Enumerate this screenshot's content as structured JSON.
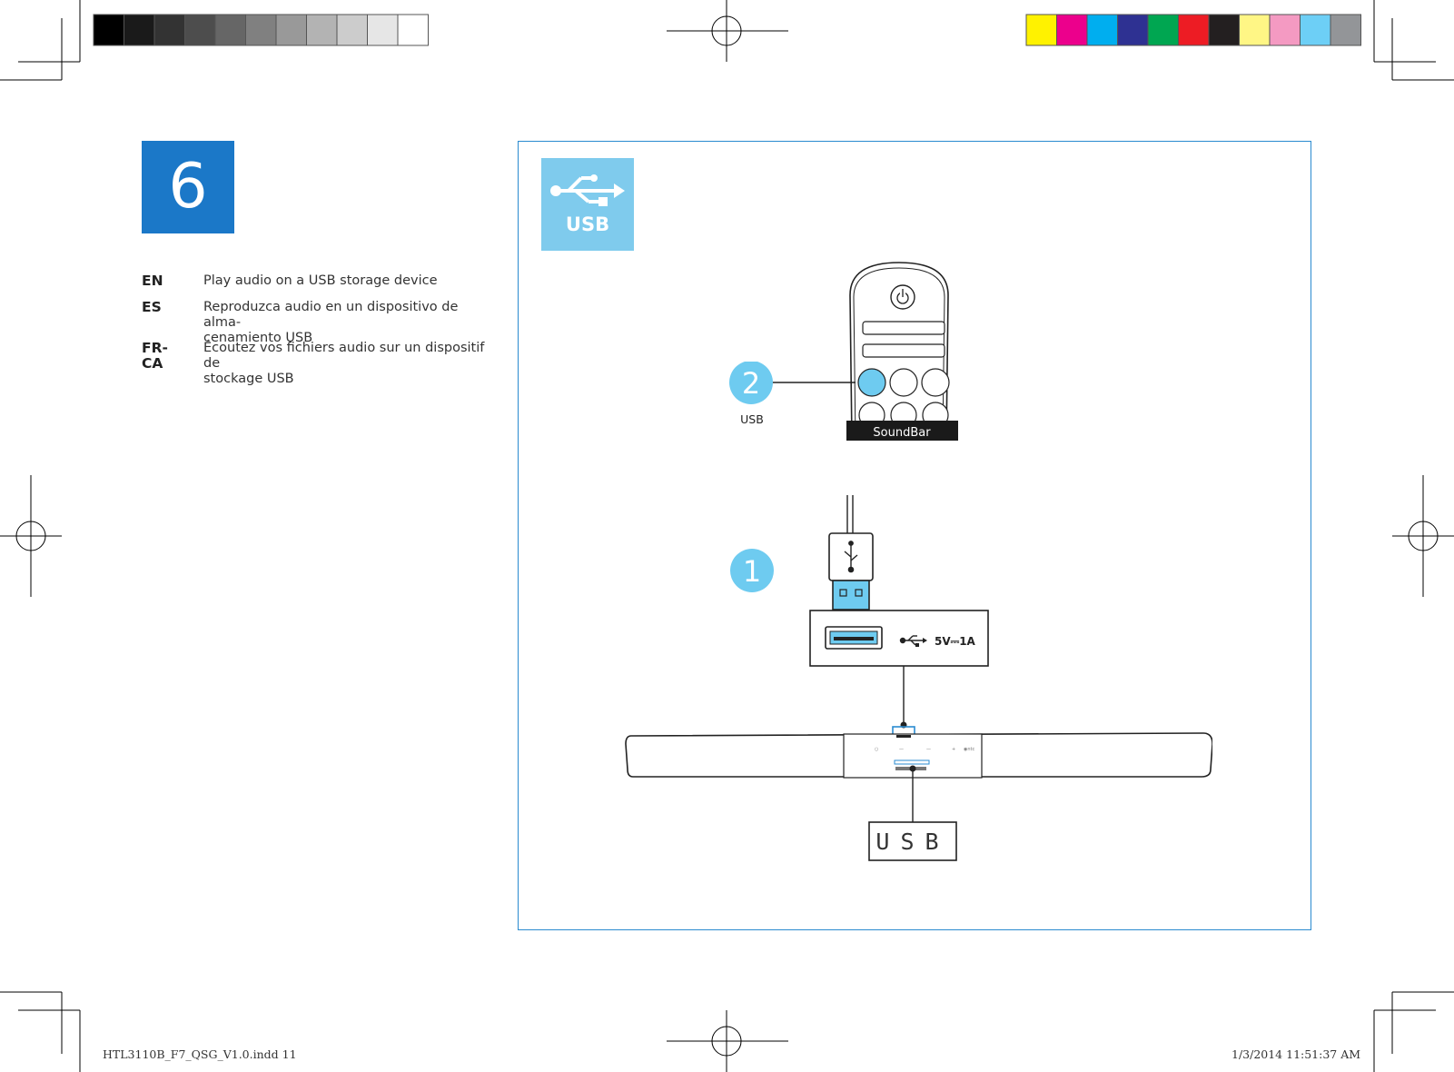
{
  "step": {
    "number": "6"
  },
  "instructions": [
    {
      "lang": "EN",
      "lines": [
        "Play audio on a USB storage device"
      ]
    },
    {
      "lang": "ES",
      "lines": [
        "Reproduzca audio en un dispositivo de alma-",
        "cenamiento USB"
      ]
    },
    {
      "lang": "FR-CA",
      "lines": [
        "Écoutez vos fichiers audio sur un dispositif de",
        "stockage USB"
      ]
    }
  ],
  "usb_tile": {
    "label": "USB",
    "icon": "usb-trident-icon"
  },
  "remote": {
    "brand_label": "SoundBar",
    "power_icon": "power-icon"
  },
  "callouts": [
    {
      "number": "2",
      "caption": "USB"
    },
    {
      "number": "1",
      "caption": ""
    }
  ],
  "usb_port": {
    "rating": "5V⎓1A",
    "icon": "usb-icon"
  },
  "display": {
    "readout": "USB"
  },
  "footer": {
    "file": "HTL3110B_F7_QSG_V1.0.indd   11",
    "timestamp": "1/3/2014   11:51:37 AM"
  },
  "colors": {
    "step_badge": "#1b78c8",
    "tile": "#7fcbed",
    "callout": "#6ecbf0",
    "panel_border": "#2a8bd0",
    "color_bar": [
      "#fff200",
      "#ec008c",
      "#00aeef",
      "#2e3192",
      "#00a651",
      "#ed1c24",
      "#231f20",
      "#fff685",
      "#f49ac2",
      "#6dcff6",
      "#939598"
    ],
    "gray_bar": [
      "#000000",
      "#1a1a1a",
      "#333333",
      "#4d4d4d",
      "#666666",
      "#808080",
      "#999999",
      "#b3b3b3",
      "#cccccc",
      "#e6e6e6",
      "#ffffff"
    ]
  }
}
